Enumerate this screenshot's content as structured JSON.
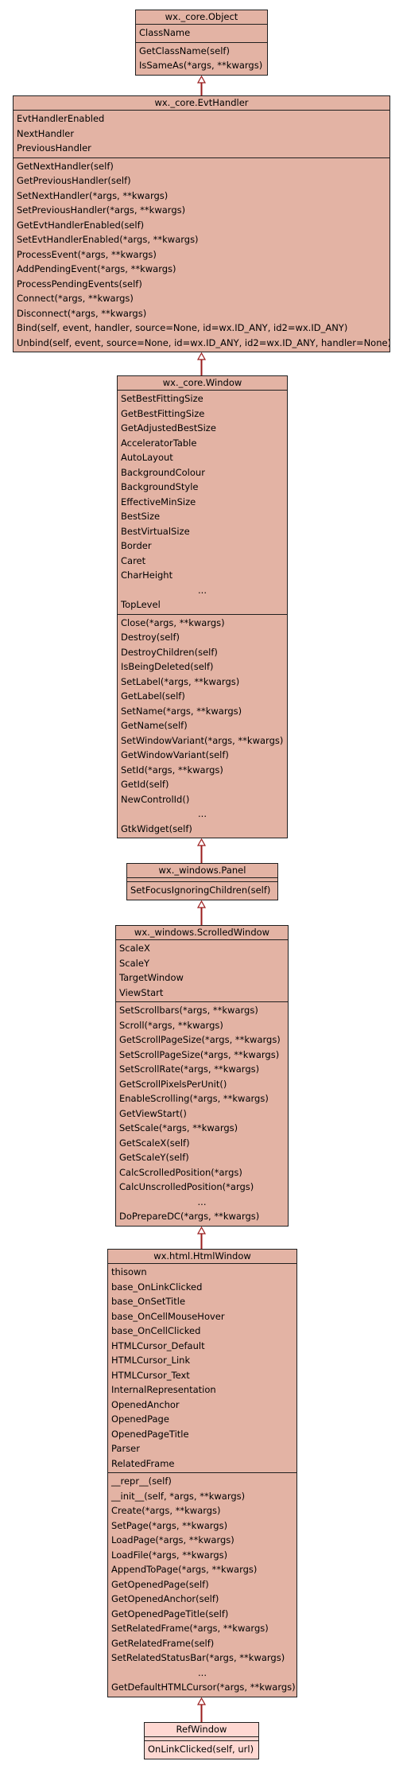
{
  "diagram": {
    "classes": [
      {
        "name": "wx._core.Object",
        "attributes": [
          "ClassName"
        ],
        "methods": [
          "GetClassName(self)",
          "IsSameAs(*args, **kwargs)"
        ]
      },
      {
        "name": "wx._core.EvtHandler",
        "attributes": [
          "EvtHandlerEnabled",
          "NextHandler",
          "PreviousHandler"
        ],
        "methods": [
          "GetNextHandler(self)",
          "GetPreviousHandler(self)",
          "SetNextHandler(*args, **kwargs)",
          "SetPreviousHandler(*args, **kwargs)",
          "GetEvtHandlerEnabled(self)",
          "SetEvtHandlerEnabled(*args, **kwargs)",
          "ProcessEvent(*args, **kwargs)",
          "AddPendingEvent(*args, **kwargs)",
          "ProcessPendingEvents(self)",
          "Connect(*args, **kwargs)",
          "Disconnect(*args, **kwargs)",
          "Bind(self, event, handler, source=None, id=wx.ID_ANY, id2=wx.ID_ANY)",
          "Unbind(self, event, source=None, id=wx.ID_ANY, id2=wx.ID_ANY, handler=None)"
        ]
      },
      {
        "name": "wx._core.Window",
        "attributes": [
          "SetBestFittingSize",
          "GetBestFittingSize",
          "GetAdjustedBestSize",
          "AcceleratorTable",
          "AutoLayout",
          "BackgroundColour",
          "BackgroundStyle",
          "EffectiveMinSize",
          "BestSize",
          "BestVirtualSize",
          "Border",
          "Caret",
          "CharHeight",
          "...",
          "TopLevel"
        ],
        "methods": [
          "Close(*args, **kwargs)",
          "Destroy(self)",
          "DestroyChildren(self)",
          "IsBeingDeleted(self)",
          "SetLabel(*args, **kwargs)",
          "GetLabel(self)",
          "SetName(*args, **kwargs)",
          "GetName(self)",
          "SetWindowVariant(*args, **kwargs)",
          "GetWindowVariant(self)",
          "SetId(*args, **kwargs)",
          "GetId(self)",
          "NewControlId()",
          "...",
          "GtkWidget(self)"
        ]
      },
      {
        "name": "wx._windows.Panel",
        "attributes": [],
        "methods": [
          "SetFocusIgnoringChildren(self)"
        ]
      },
      {
        "name": "wx._windows.ScrolledWindow",
        "attributes": [
          "ScaleX",
          "ScaleY",
          "TargetWindow",
          "ViewStart"
        ],
        "methods": [
          "SetScrollbars(*args, **kwargs)",
          "Scroll(*args, **kwargs)",
          "GetScrollPageSize(*args, **kwargs)",
          "SetScrollPageSize(*args, **kwargs)",
          "SetScrollRate(*args, **kwargs)",
          "GetScrollPixelsPerUnit()",
          "EnableScrolling(*args, **kwargs)",
          "GetViewStart()",
          "SetScale(*args, **kwargs)",
          "GetScaleX(self)",
          "GetScaleY(self)",
          "CalcScrolledPosition(*args)",
          "CalcUnscrolledPosition(*args)",
          "...",
          "DoPrepareDC(*args, **kwargs)"
        ]
      },
      {
        "name": "wx.html.HtmlWindow",
        "attributes": [
          "thisown",
          "base_OnLinkClicked",
          "base_OnSetTitle",
          "base_OnCellMouseHover",
          "base_OnCellClicked",
          "HTMLCursor_Default",
          "HTMLCursor_Link",
          "HTMLCursor_Text",
          "InternalRepresentation",
          "OpenedAnchor",
          "OpenedPage",
          "OpenedPageTitle",
          "Parser",
          "RelatedFrame"
        ],
        "methods": [
          "__repr__(self)",
          "__init__(self, *args, **kwargs)",
          "Create(*args, **kwargs)",
          "SetPage(*args, **kwargs)",
          "LoadPage(*args, **kwargs)",
          "LoadFile(*args, **kwargs)",
          "AppendToPage(*args, **kwargs)",
          "GetOpenedPage(self)",
          "GetOpenedAnchor(self)",
          "GetOpenedPageTitle(self)",
          "SetRelatedFrame(*args, **kwargs)",
          "GetRelatedFrame(self)",
          "SetRelatedStatusBar(*args, **kwargs)",
          "...",
          "GetDefaultHTMLCursor(*args, **kwargs)"
        ]
      },
      {
        "name": "RefWindow",
        "attributes": [],
        "methods": [
          "OnLinkClicked(self, url)"
        ]
      }
    ],
    "colors": {
      "class_fill": "#e3b3a4",
      "leaf_fill": "#ffd8d2",
      "border": "#1f1f1f",
      "edge": "#9a1c1c"
    }
  }
}
